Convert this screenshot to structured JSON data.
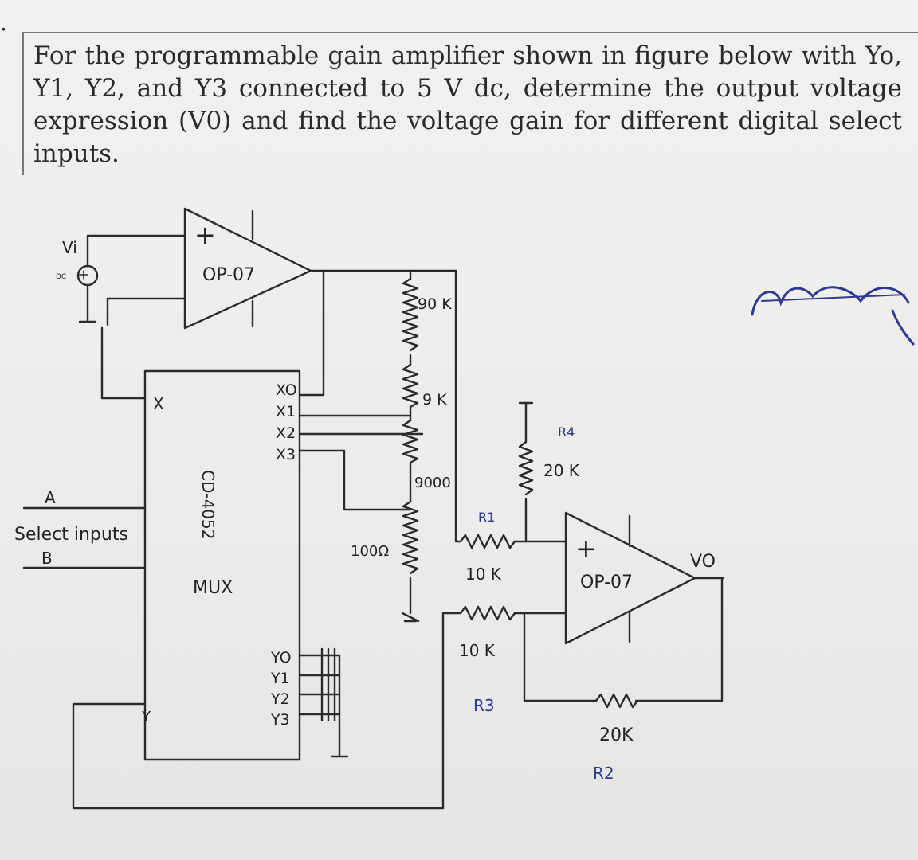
{
  "question": {
    "number_fragment": ".",
    "text": "For the programmable gain amplifier shown in figure below with Yo, Y1, Y2, and Y3 connected to 5 V dc, determine the output voltage expression (V0) and find the voltage gain for different digital select inputs."
  },
  "circuit": {
    "vi_label": "Vi",
    "dc_label": "DC",
    "opamp1": {
      "plus": "+",
      "label": "OP-07"
    },
    "mux": {
      "x_label": "X",
      "y_label": "Y",
      "chip_label": "CD-4052",
      "mux_label": "MUX",
      "x_pins": [
        "XO",
        "X1",
        "X2",
        "X3"
      ],
      "y_pins": [
        "YO",
        "Y1",
        "Y2",
        "Y3"
      ]
    },
    "select": {
      "a_label": "A",
      "title": "Select inputs",
      "b_label": "B"
    },
    "resistors": {
      "r90k": "90 K",
      "r9k": "9 K",
      "r9000": "9000",
      "r100": "100Ω",
      "r10k_top": "10 K",
      "r10k_bottom": "10 K",
      "r20k_top": "20 K",
      "r20k_feedback": "20K"
    },
    "opamp2": {
      "plus": "+",
      "label": "OP-07"
    },
    "output_label": "VO"
  },
  "handwritten_notes": {
    "r1": "R1",
    "r2": "R2",
    "r3": "R3",
    "r4": "R4"
  }
}
